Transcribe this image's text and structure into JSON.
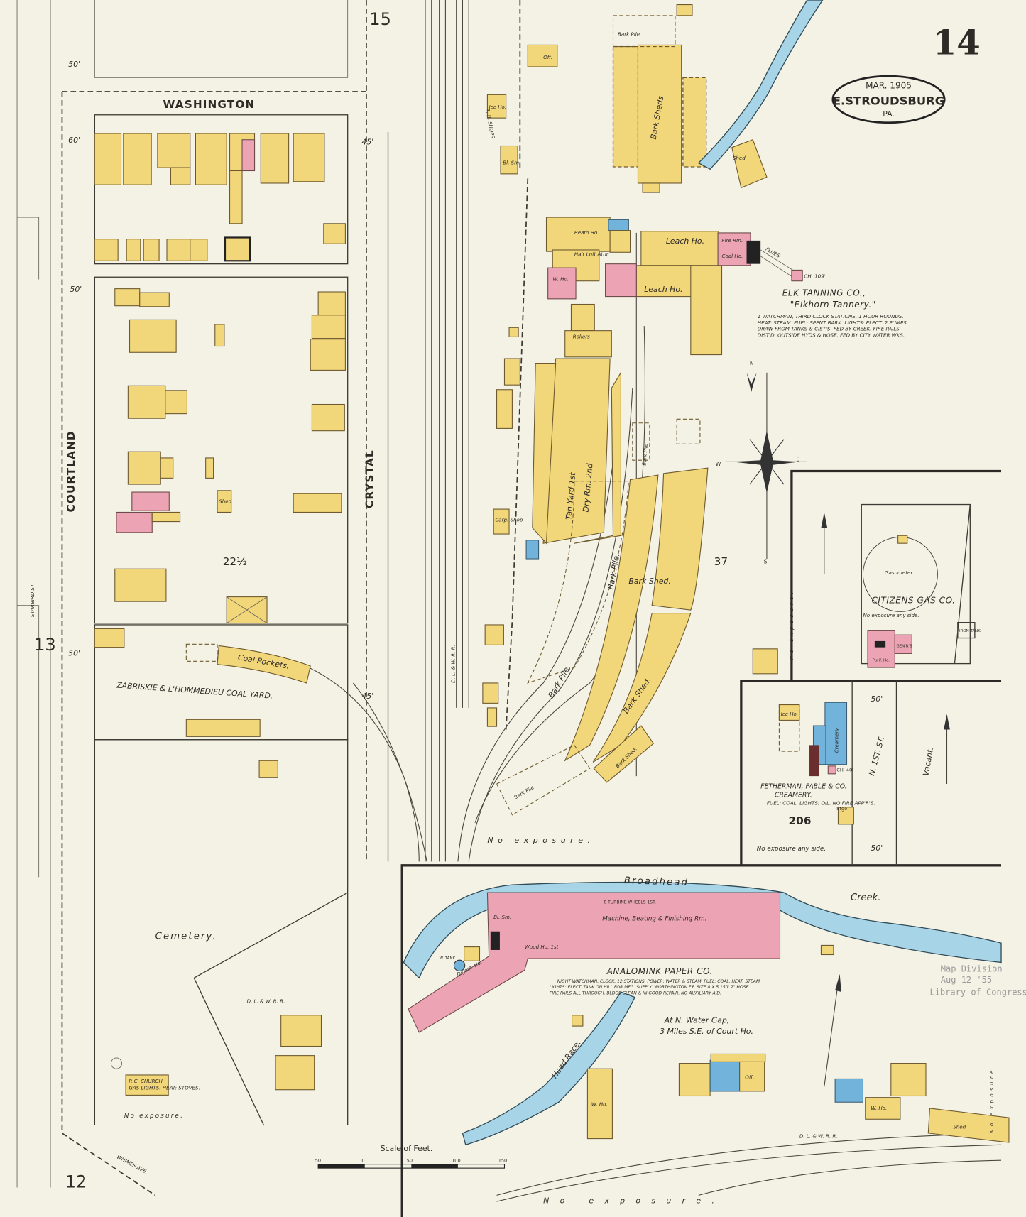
{
  "sheet": {
    "number": "14",
    "date": "MAR. 1905",
    "town": "E.STROUDSBURG",
    "state": "PA."
  },
  "adjacent_sheets": {
    "top": "15",
    "left": "13",
    "bottom": "12"
  },
  "streets": {
    "washington": "WASHINGTON",
    "courtland": "COURTLAND",
    "crystal": "CRYSTAL",
    "starbird": "STARBIRD ST.",
    "n_first": "N. 1ST. ST.",
    "whimes": "WHIMES AVE."
  },
  "blocks": {
    "block_22": "22½",
    "block_37": "37",
    "block_206": "206"
  },
  "widths": {
    "w50a": "50'",
    "w60": "60'",
    "w50b": "50'",
    "w50c": "50'",
    "w45": "45'",
    "w45b": "45'",
    "w50d": "50'",
    "w50e": "50'"
  },
  "tannery": {
    "name": "ELK TANNING CO.,",
    "alias": "\"Elkhorn Tannery.\"",
    "notes": [
      "1 WATCHMAN, THIRD CLOCK STATIONS, 1 HOUR ROUNDS.",
      "HEAT: STEAM. FUEL: SPENT BARK. LIGHTS: ELECT. 2 PUMPS",
      "DRAW FROM TANKS & CIST'S. FED BY CREEK. FIRE PAILS",
      "DIST'D. OUTSIDE HYDS & HOSE. FED BY CITY WATER WKS."
    ],
    "buildings": {
      "bark_piles": "Bark Pile",
      "bark_sheds": "Bark Sheds",
      "beam_ho": "Beam Ho.",
      "hair_loft": "Hair Loft Attic",
      "w_ho": "W. Ho.",
      "leach_ho_1": "Leach Ho.",
      "leach_ho_2": "Leach Ho.",
      "fire_rm": "Fire Rm.",
      "coal_ho": "Coal Ho.",
      "flues": "FLUES",
      "chimney": "CH. 109'",
      "tan_yard": "Tan Yard 1st",
      "dry_rm": "Dry Rm. 2nd",
      "rollers": "Rollers",
      "carp_shop": "Carp. Shop",
      "shed": "Shed",
      "bark_pile_2": "Bark Pile.",
      "bark_pile_3": "Bark Pile",
      "bark_pile_4": "Bark Pile.",
      "bark_shed_2": "Bark Shed.",
      "bark_shed_3": "Bark Shed.",
      "bark_shed_4": "Bark Shed.",
      "ice_ho": "Ice Ho.",
      "off": "Off.",
      "rr_shops": "R. R. SHOPS",
      "bl_sm": "Bl. Sm.",
      "bark_pile_5": "Bark Pile",
      "shed_r": "Shed"
    }
  },
  "coal_yard": {
    "name": "ZABRISKIE & L'HOMMEDIEU COAL YARD.",
    "pockets": "Coal Pockets."
  },
  "railroad": {
    "dlw": "D. L. & W. R. R.",
    "dlw2": "D. L. & W. R. R.",
    "dlw3": "D. L. & W. R. R."
  },
  "cemetery": "Cemetery.",
  "church": {
    "name": "R.C. CHURCH.",
    "note": "GAS LIGHTS. HEAT: STOVES."
  },
  "gas_co": {
    "name": "CITIZENS GAS CO.",
    "note": "No exposure any side.",
    "gasometer": "Gasometer.",
    "iron_tank": "IRON TANK",
    "purif": "Purif. Ho.",
    "gen": "GEN'R'S"
  },
  "creamery": {
    "name": "FETHERMAN, FABLE & CO.",
    "type": "CREAMERY.",
    "note": "FUEL: COAL. LIGHTS: OIL. NO FIRE APP'R'S.",
    "ice_ho": "Ice Ho.",
    "creamery_bldg": "Creamery",
    "stge": "Stge.",
    "ch": "CH. 40'",
    "no_exposure": "No exposure any side.",
    "vacant": "Vacant."
  },
  "creek": {
    "name1": "Broadhead",
    "name2": "Creek.",
    "head_race": "Head Race."
  },
  "paper_co": {
    "name": "ANALOMINK PAPER CO.",
    "notes": [
      "NIGHT WATCHMAN, CLOCK, 12 STATIONS. POWER: WATER & STEAM. FUEL: COAL. HEAT: STEAM.",
      "LIGHTS: ELECT. TANK ON HILL FOR MFG. SUPPLY. WORTHINGTON F.P. SIZE 8 X 5 150' 2\" HOSE",
      "FIRE PAILS ALL THROUGH. BLDGS CLEAN & IN GOOD REPAIR. NO AUXILIARY AID."
    ],
    "machine_rm": "Machine, Beating & Finishing Rm.",
    "turbine": "8 TURBINE WHEELS 1ST.",
    "bl_sm": "Bl. Sm.",
    "wood_ho": "Wood Ho. 1st",
    "digest": "Digest. Ho.",
    "w_tank": "W. TANK",
    "w_ho": "W. Ho.",
    "off": "Off.",
    "shed": "Shed",
    "wh2": "W. Ho.",
    "location": "At N. Water Gap,",
    "location2": "3 Miles S.E. of Court Ho."
  },
  "exposure": {
    "e1": "No exposure.",
    "e2": "No exposure.",
    "e3": "No exposure.",
    "e4": "No exposure.",
    "e5": "No exposure"
  },
  "scale": {
    "title": "Scale of Feet.",
    "ticks": [
      "50",
      "0",
      "50",
      "100",
      "150"
    ]
  },
  "compass": {
    "n": "N",
    "s": "S",
    "e": "E",
    "w": "W"
  },
  "stamp": {
    "line1": "Map Division",
    "line2": "Aug 12 '55",
    "line3": "Library of Congress"
  },
  "colors": {
    "frame": "#f2d67a",
    "brick": "#eca4b5",
    "stone": "#72b3dc",
    "water": "#a8d4e8",
    "paper": "#f4f2e5"
  }
}
